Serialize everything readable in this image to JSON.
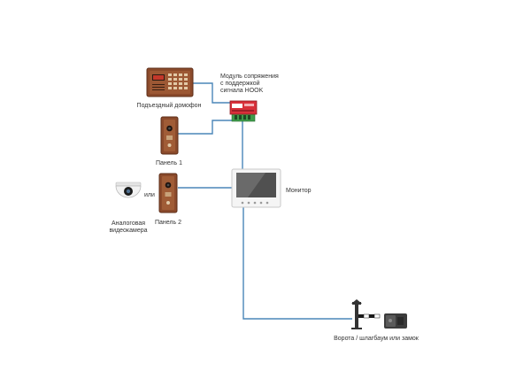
{
  "diagram": {
    "labels": {
      "intercom": "Подъездный домофон",
      "module_line1": "Модуль сопряжения",
      "module_line2": "с поддержкой",
      "module_line3": "сигнала HOOK",
      "panel1": "Панель 1",
      "or": "или",
      "camera_line1": "Аналоговая",
      "camera_line2": "видеокамера",
      "panel2": "Панель 2",
      "monitor": "Монитор",
      "gate": "Ворота / шлагбаум или замок"
    },
    "colors": {
      "wire": "#4a86b8",
      "bronze": "#8b4a2b",
      "bronze_dark": "#5e2f1a",
      "module_red": "#d8303a",
      "module_green": "#3e9b4a"
    }
  }
}
